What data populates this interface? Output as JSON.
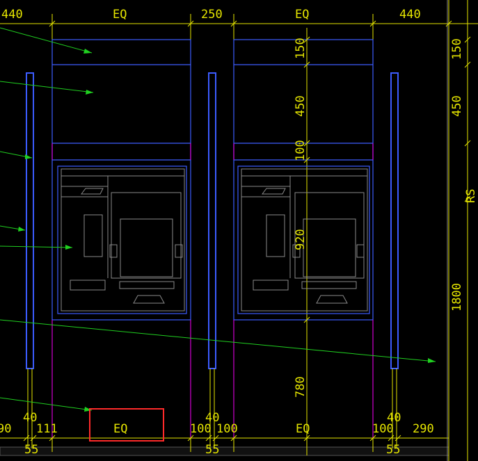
{
  "drawing": {
    "background": "#000000",
    "colors": {
      "dimension": "#e6e600",
      "outline_blue": "#3c5cff",
      "detail_gray": "#8a8a8a",
      "divider_magenta": "#d000d0",
      "leader_green": "#20d020",
      "selection_red": "#ff2a2a"
    },
    "top_dimensions": [
      "440",
      "EQ",
      "250",
      "EQ",
      "440"
    ],
    "bottom_dimensions": [
      "90",
      "40",
      "111",
      "EQ",
      "100",
      "40",
      "100",
      "EQ",
      "100",
      "40",
      "290"
    ],
    "bottom_small": [
      "55",
      "55",
      "55"
    ],
    "vertical_dimensions_center": [
      "150",
      "450",
      "100",
      "920",
      "780"
    ],
    "vertical_dimensions_right": [
      "150",
      "450",
      "1800"
    ],
    "partial_label_right": "RS",
    "selected_label": "EQ"
  }
}
